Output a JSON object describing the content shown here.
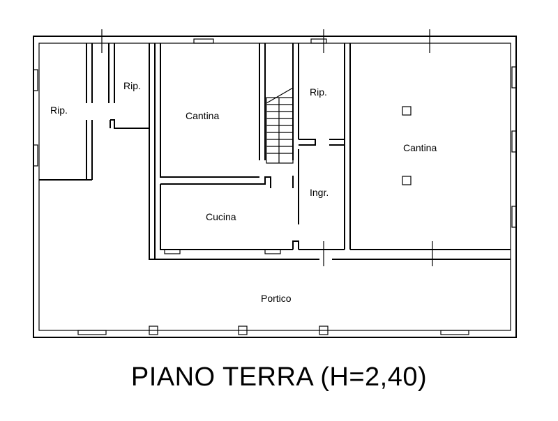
{
  "rooms": {
    "rip_left": "Rip.",
    "rip_small": "Rip.",
    "cantina_mid": "Cantina",
    "rip_stair": "Rip.",
    "cantina_right": "Cantina",
    "ingresso": "Ingr.",
    "cucina": "Cucina",
    "portico": "Portico"
  },
  "footer": {
    "title": "PIANO TERRA  (H=2,40)"
  }
}
